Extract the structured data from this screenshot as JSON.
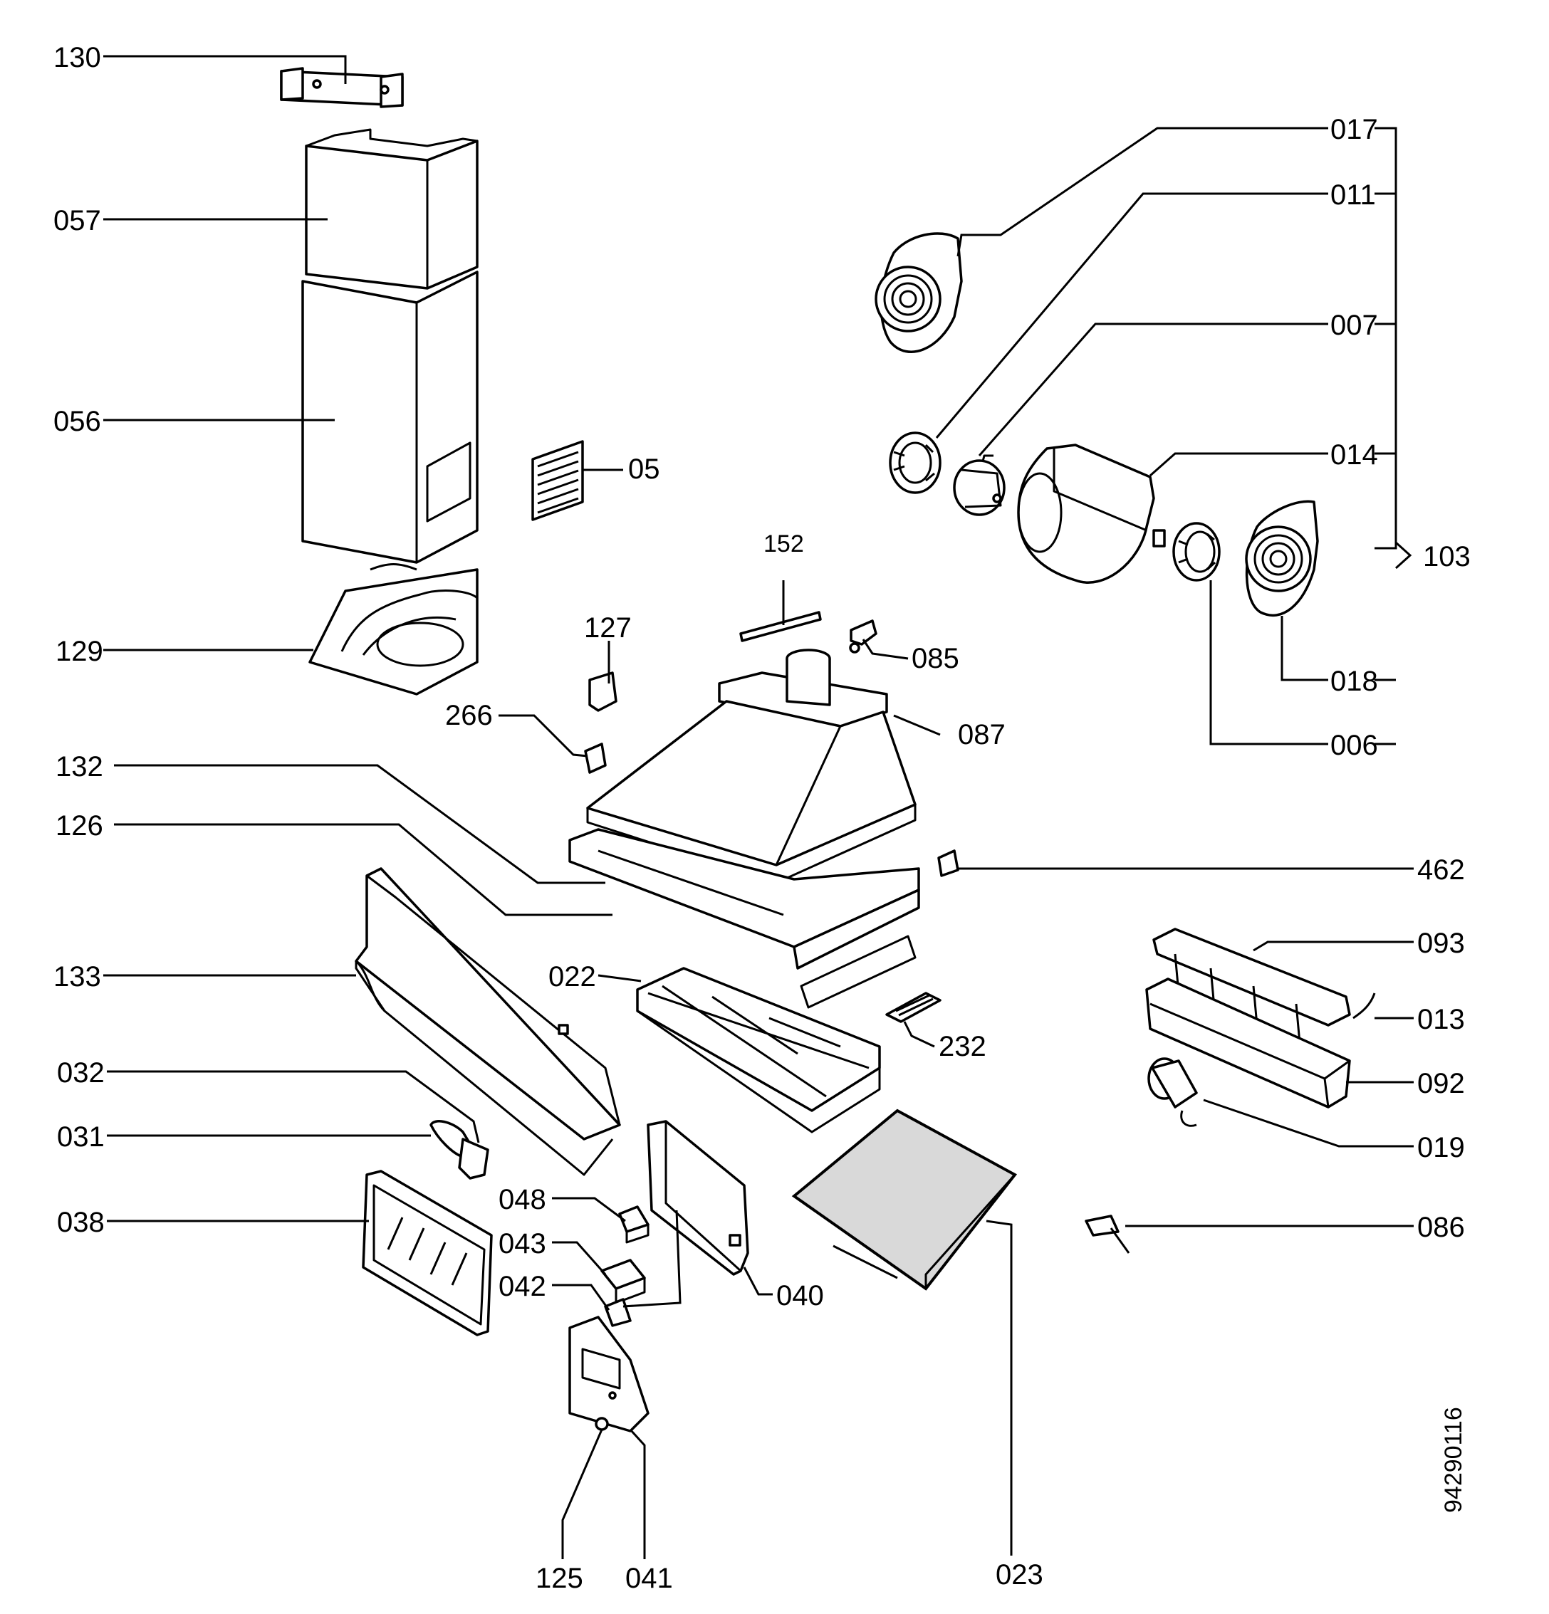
{
  "labels": {
    "p130": "130",
    "p057": "057",
    "p056": "056",
    "p05": "05",
    "p129": "129",
    "p152": "152",
    "p127": "127",
    "p085": "085",
    "p266": "266",
    "p087": "087",
    "p132": "132",
    "p126": "126",
    "p462": "462",
    "p133": "133",
    "p022": "022",
    "p232": "232",
    "p032": "032",
    "p031": "031",
    "p038": "038",
    "p048": "048",
    "p043": "043",
    "p042": "042",
    "p040": "040",
    "p125": "125",
    "p041": "041",
    "p023": "023",
    "p017": "017",
    "p011": "011",
    "p007": "007",
    "p014": "014",
    "p103": "103",
    "p018": "018",
    "p006": "006",
    "p093": "093",
    "p013": "013",
    "p092": "092",
    "p019": "019",
    "p086": "086"
  },
  "drawing_number": "94290116"
}
